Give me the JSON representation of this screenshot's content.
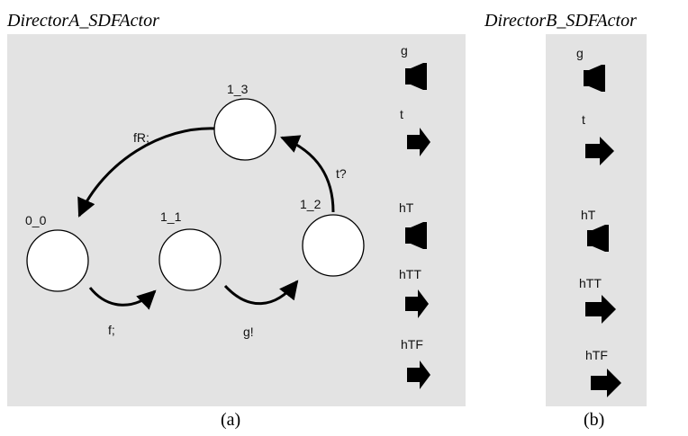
{
  "panel_a": {
    "title": "DirectorA_SDFActor",
    "caption": "(a)",
    "states": [
      {
        "id": "s00",
        "label": "0_0"
      },
      {
        "id": "s11",
        "label": "1_1"
      },
      {
        "id": "s12",
        "label": "1_2"
      },
      {
        "id": "s13",
        "label": "1_3"
      }
    ],
    "transitions": [
      {
        "from": "0_0",
        "to": "1_1",
        "label": "f;"
      },
      {
        "from": "1_1",
        "to": "1_2",
        "label": "g!"
      },
      {
        "from": "1_2",
        "to": "1_3",
        "label": "t?"
      },
      {
        "from": "1_3",
        "to": "0_0",
        "label": "fR;"
      }
    ],
    "ports": [
      {
        "label": "g",
        "kind": "input"
      },
      {
        "label": "t",
        "kind": "output"
      },
      {
        "label": "hT",
        "kind": "input"
      },
      {
        "label": "hTT",
        "kind": "output"
      },
      {
        "label": "hTF",
        "kind": "output"
      }
    ]
  },
  "panel_b": {
    "title": "DirectorB_SDFActor",
    "caption": "(b)",
    "ports": [
      {
        "label": "g",
        "kind": "input"
      },
      {
        "label": "t",
        "kind": "output"
      },
      {
        "label": "hT",
        "kind": "input"
      },
      {
        "label": "hTT",
        "kind": "output"
      },
      {
        "label": "hTF",
        "kind": "output"
      }
    ]
  },
  "colors": {
    "panel_bg": "#e3e3e3",
    "state_fill": "#ffffff",
    "ink": "#000000"
  }
}
